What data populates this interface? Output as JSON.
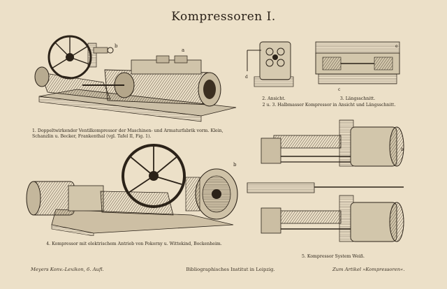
{
  "title": "Kompressoren I.",
  "captions": {
    "fig1": "1. Doppeltwirkender Ventilkompressor der Maschinen- und Armaturfabrik vorm. Klein, Schanzlin u. Becker, Frankenthal (vgl. Tafel II, Fig. 1).",
    "fig2": "2. Ansicht.",
    "fig3": "3. Längsschnitt.",
    "fig23": "2 u. 3. Halbmasser Kompressor in Ansicht und Längsschnitt.",
    "fig4": "4. Kompressor mit elektrischem Antrieb von Pokorny u. Wittekind, Bockenheim.",
    "fig5": "5. Kompressor System Weiß."
  },
  "figure_letters": {
    "fig1_a": "a",
    "fig1_b": "b",
    "fig2_d": "d",
    "fig3_c": "c",
    "fig3_e": "e",
    "fig4_b": "b",
    "fig5_b": "b"
  },
  "footer": {
    "left": "Meyers Konv.-Lexikon, 6. Aufl.",
    "center": "Bibliographisches Institut in Leipzig.",
    "right": "Zum Artikel »Kompressoren«."
  }
}
